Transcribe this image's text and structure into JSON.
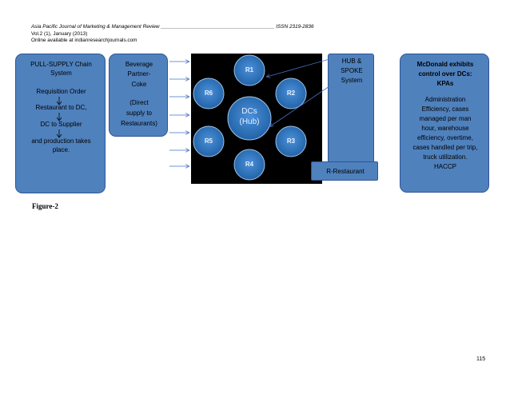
{
  "header": {
    "journal_line": "Asia Pacific Journal of Marketing & Management Review ________________________________________ ISSN 2319-2836",
    "vol_line": "Vol.2 (1), January (2013)",
    "online_line": "Online available at indianresearchjournals.com"
  },
  "box_pull": {
    "title_l1": "PULL-SUPPLY Chain",
    "title_l2": "System",
    "step1": "Requisition Order",
    "step2": "Restaurant  to DC,",
    "step3": "DC to Supplier",
    "step4_l1": "and production takes",
    "step4_l2": "place."
  },
  "box_beverage": {
    "l1": "Beverage",
    "l2": "Partner-",
    "l3": "Coke",
    "l4": "(Direct",
    "l5": "supply to",
    "l6": "Restaurants)"
  },
  "hub": {
    "center_l1": "DCs",
    "center_l2": "(Hub)",
    "nodes": [
      "R1",
      "R2",
      "R3",
      "R4",
      "R5",
      "R6"
    ]
  },
  "box_hubspoke": {
    "l1": "HUB &",
    "l2": "SPOKE",
    "l3": "System"
  },
  "box_rrestaurant": {
    "label": "R-Restaurant"
  },
  "box_mcd": {
    "title_l1": "McDonald exhibits",
    "title_l2": "control over DCs:",
    "title_l3": "KPAs",
    "b1": "Administration",
    "b2": "Efficiency, cases",
    "b3": "managed per man",
    "b4": "hour, warehouse",
    "b5": "efficiency, overtime,",
    "b6": "cases handled per trip,",
    "b7": "truck utilization.",
    "b8": "HACCP"
  },
  "figure_caption": "Figure-2",
  "page_number": "115",
  "colors": {
    "box_fill": "#4f81bd",
    "box_border": "#2f5597",
    "node_fill": "#2e75b6",
    "arrow": "#4472c4"
  }
}
